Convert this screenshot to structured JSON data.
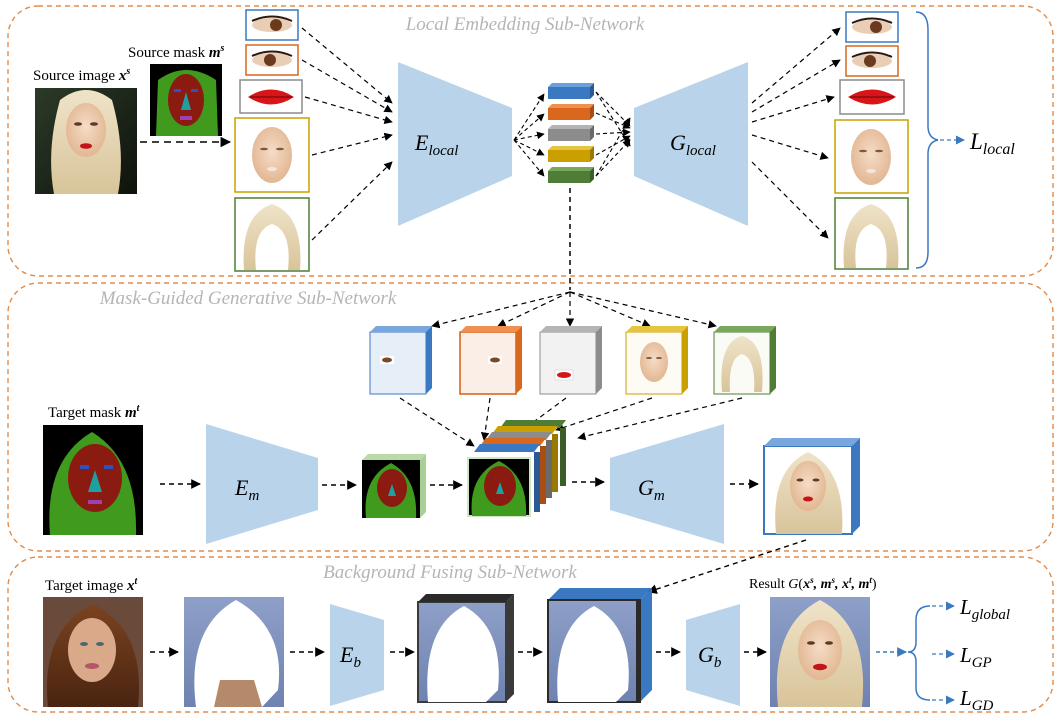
{
  "sections": {
    "local": "Local Embedding Sub-Network",
    "mask": "Mask-Guided Generative Sub-Network",
    "background": "Background Fusing Sub-Network"
  },
  "labels": {
    "source_image": "Source image ",
    "source_image_sym": "x",
    "source_image_sup": "s",
    "source_mask": "Source mask ",
    "source_mask_sym": "m",
    "source_mask_sup": "s",
    "target_mask": "Target mask ",
    "target_mask_sym": "m",
    "target_mask_sup": "t",
    "target_image": "Target image ",
    "target_image_sym": "x",
    "target_image_sup": "t",
    "result_prefix": "Result ",
    "result_G": "G",
    "result_open": "(",
    "result_x1": "x",
    "result_s1": "s",
    "result_m1": ", m",
    "result_s2": "s",
    "result_x2": ", x",
    "result_t1": "t",
    "result_m2": ", m",
    "result_t2": "t",
    "result_close": ")"
  },
  "networks": {
    "E_local": {
      "main": "E",
      "sub": "local"
    },
    "G_local": {
      "main": "G",
      "sub": "local"
    },
    "E_m": {
      "main": "E",
      "sub": "m"
    },
    "G_m": {
      "main": "G",
      "sub": "m"
    },
    "E_b": {
      "main": "E",
      "sub": "b"
    },
    "G_b": {
      "main": "G",
      "sub": "b"
    }
  },
  "losses": {
    "local": {
      "main": "L",
      "sub": "local"
    },
    "global": {
      "main": "L",
      "sub": "global"
    },
    "gp": {
      "main": "L",
      "sub": "GP"
    },
    "gd": {
      "main": "L",
      "sub": "GD"
    }
  },
  "colors": {
    "dashed_border": "#e08b4a",
    "title_gray": "#b5b5b5",
    "trapezoid": "#b8d3ea",
    "component_blue": "#3a78c2",
    "component_orange": "#d9671e",
    "component_gray": "#8c8c8c",
    "component_yellow": "#c9a000",
    "component_green": "#4f7d35",
    "loss_arrow": "#3a78c2",
    "mask_green": "#3f9a1e",
    "mask_red": "#8b1a10"
  }
}
